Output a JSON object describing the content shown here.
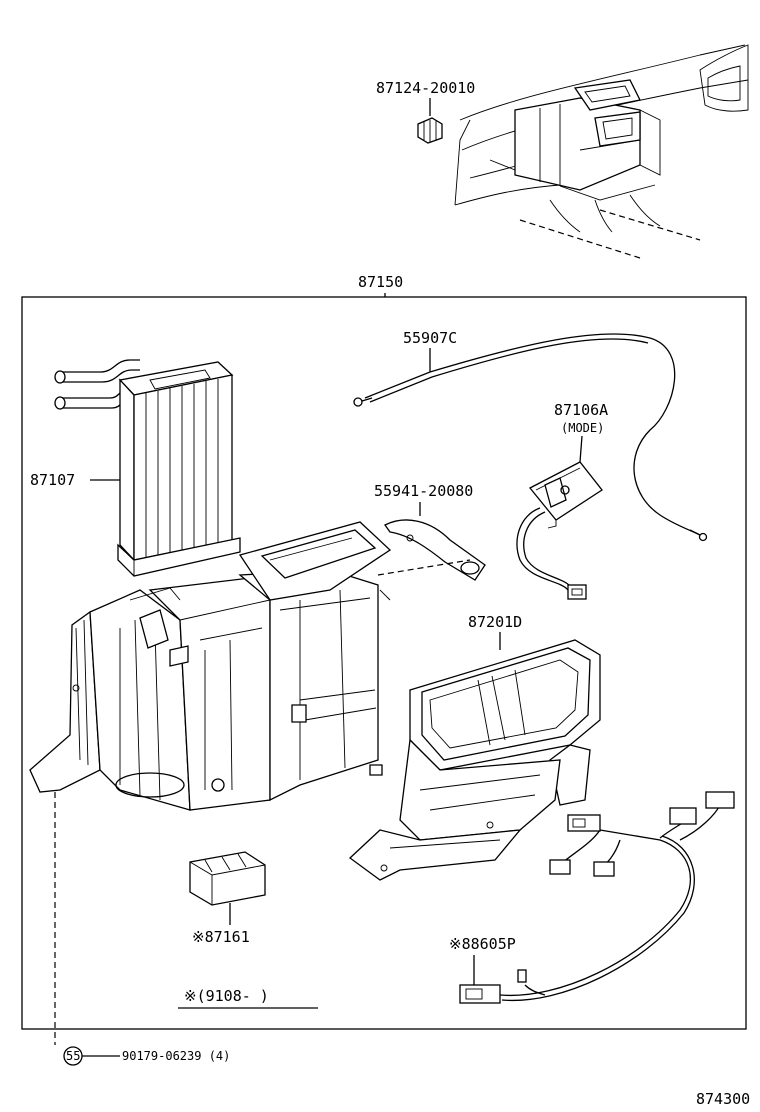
{
  "labels": {
    "dashboard_part": "87124-20010",
    "unit_assembly": "87150",
    "cable": "55907C",
    "mode_servo": "87106A",
    "mode_note": "(MODE)",
    "heater_core": "87107",
    "link": "55941-20080",
    "case_part": "87201D",
    "resistor": "※87161",
    "wire_harness": "※88605P",
    "date_note": "※(9108-      )",
    "screw": "90179-06239 (4)",
    "screw_badge": "55",
    "diagram_code": "874300"
  }
}
